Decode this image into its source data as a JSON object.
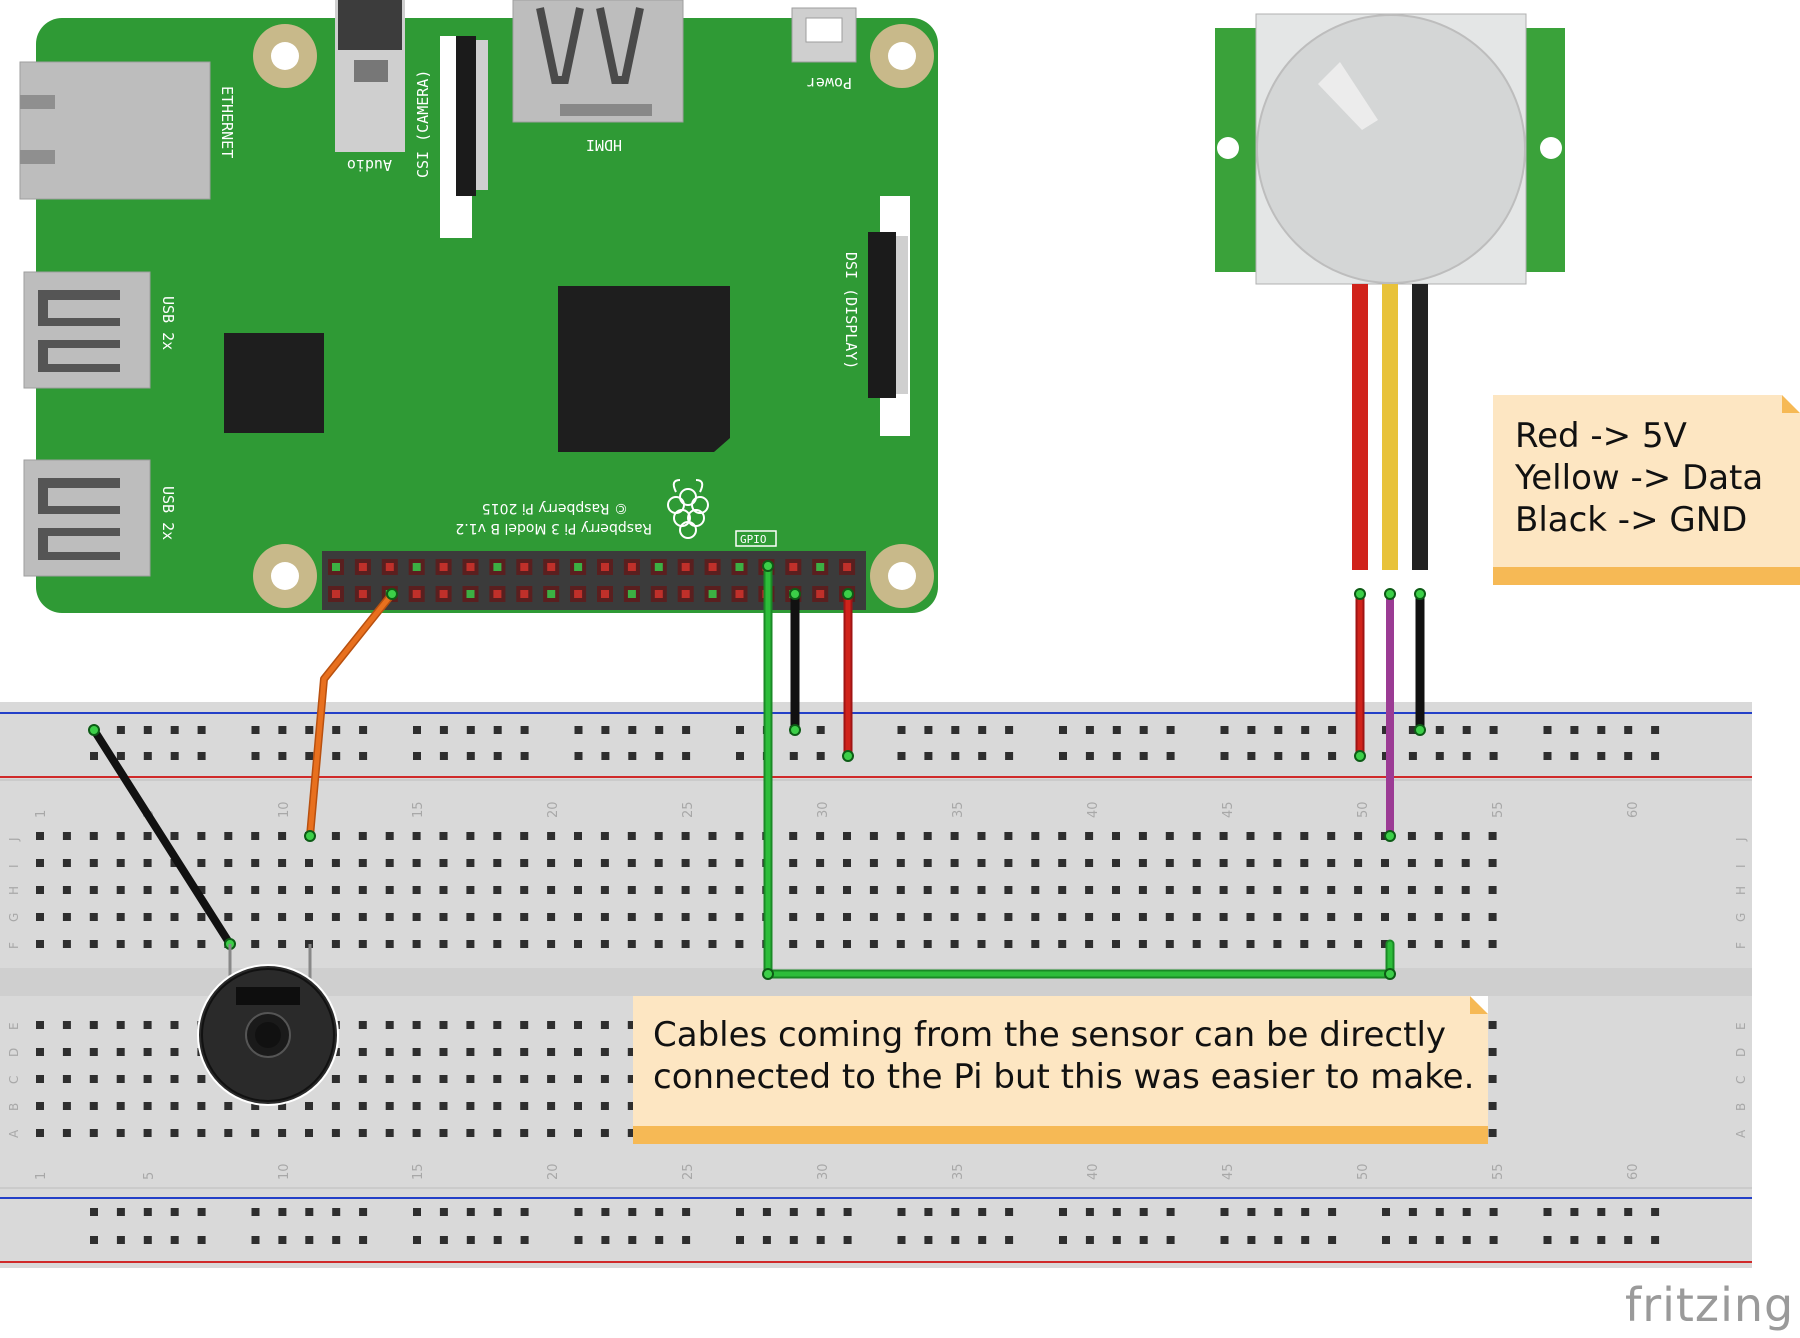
{
  "pi": {
    "ethernet_label": "ETHERNET",
    "usb_label": "USB 2x",
    "audio_label": "Audio",
    "camera_label": "CSI (CAMERA)",
    "hdmi_label": "HDMI",
    "power_label": "Power",
    "display_label": "DSI (DISPLAY)",
    "model_label": "Raspberry Pi 3 Model B v1.2",
    "copyright_label": "© Raspberry Pi 2015",
    "gpio_label": "GPIO"
  },
  "breadboard": {
    "column_numbers": [
      "1",
      "5",
      "10",
      "15",
      "20",
      "25",
      "30",
      "35",
      "40",
      "45",
      "50",
      "55",
      "60"
    ],
    "row_letters_top": [
      "J",
      "I",
      "H",
      "G",
      "F"
    ],
    "row_letters_bottom": [
      "E",
      "D",
      "C",
      "B",
      "A"
    ]
  },
  "notes": {
    "wires": [
      "Red -> 5V",
      "Yellow -> Data",
      "Black -> GND"
    ],
    "cables": [
      "Cables coming from the sensor can be directly",
      "connected to the Pi but this was easier to make."
    ]
  },
  "colors": {
    "pcb": "#2f9a35",
    "breadboard": "#d9d9d9",
    "wire_red": "#d0231b",
    "wire_yellow": "#e8c23a",
    "wire_black": "#222222",
    "wire_green": "#2dbd3a",
    "wire_orange": "#e8701e",
    "wire_purple": "#9b3b94",
    "note_bg": "#fde6c2",
    "note_bar": "#f6b955"
  },
  "logo": {
    "text": "fritzing"
  }
}
